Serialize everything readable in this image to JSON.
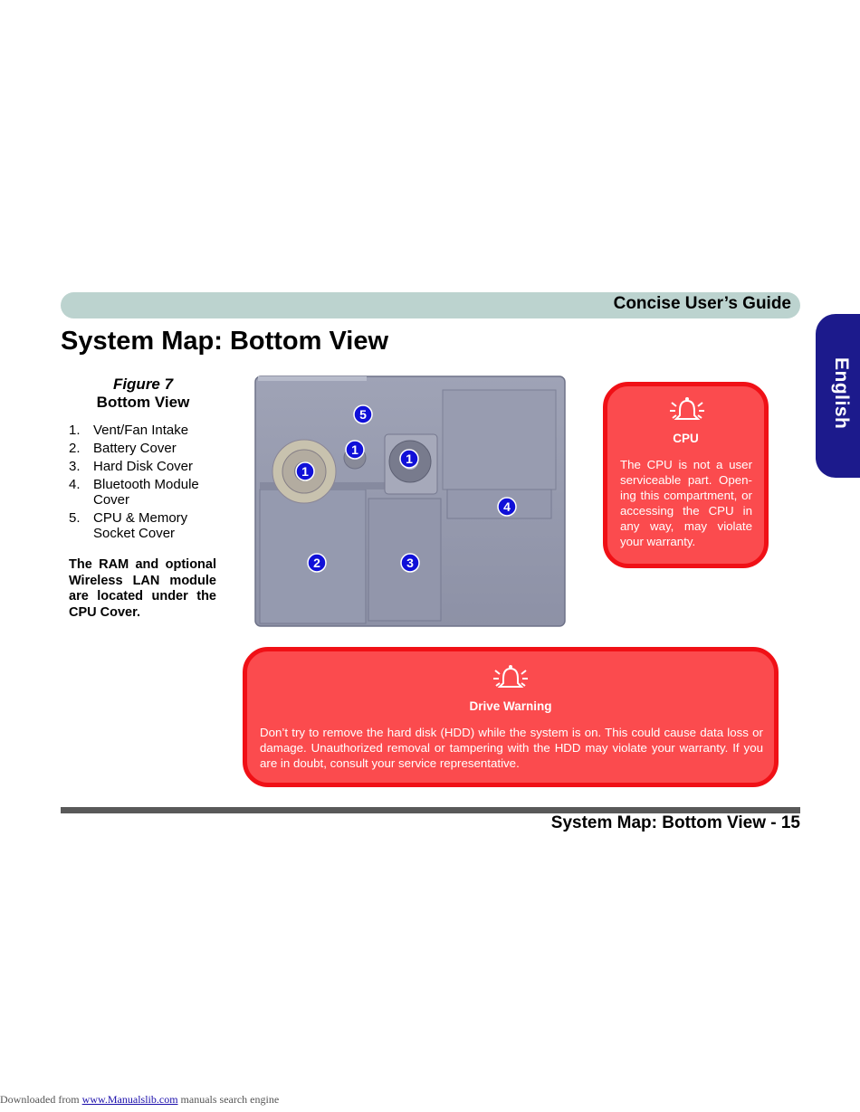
{
  "header": {
    "guide_title": "Concise User’s Guide"
  },
  "side_tab": {
    "language": "English"
  },
  "page_title": "System Map: Bottom View",
  "figure": {
    "number": "Figure 7",
    "caption": "Bottom View",
    "items": [
      {
        "num": "1.",
        "label": "Vent/Fan Intake"
      },
      {
        "num": "2.",
        "label": "Battery Cover"
      },
      {
        "num": "3.",
        "label": "Hard Disk Cover"
      },
      {
        "num": "4.",
        "label": "Bluetooth Module Cover"
      },
      {
        "num": "5.",
        "label": "CPU & Memory Socket Cover"
      }
    ],
    "note": "The RAM and optional Wireless LAN module are located under the CPU Cover.",
    "callouts": [
      "5",
      "1",
      "1",
      "1",
      "4",
      "2",
      "3"
    ]
  },
  "cpu_warning": {
    "title": "CPU",
    "body": "The CPU is not a user serviceable part. Open-ing this compartment, or accessing the CPU in any way, may violate your warranty."
  },
  "drive_warning": {
    "title": "Drive Warning",
    "body": "Don’t try to remove the hard disk (HDD) while the system is on. This could cause data loss or damage. Unauthorized removal or tampering with the HDD may violate your warranty. If you are in doubt, consult your service representative."
  },
  "footer": {
    "page_label": "System Map: Bottom View - 15"
  },
  "download_line": {
    "prefix": "Downloaded from",
    "link": "www.Manualslib.com",
    "suffix": "manuals search engine"
  },
  "colors": {
    "header_bar": "#bcd3cf",
    "language_tab": "#1c1a8c",
    "warning_fill": "#fb4b4e",
    "warning_border": "#f01016",
    "callout_badge": "#1010d8"
  },
  "icons": {
    "warning": "bell-alarm-icon"
  }
}
